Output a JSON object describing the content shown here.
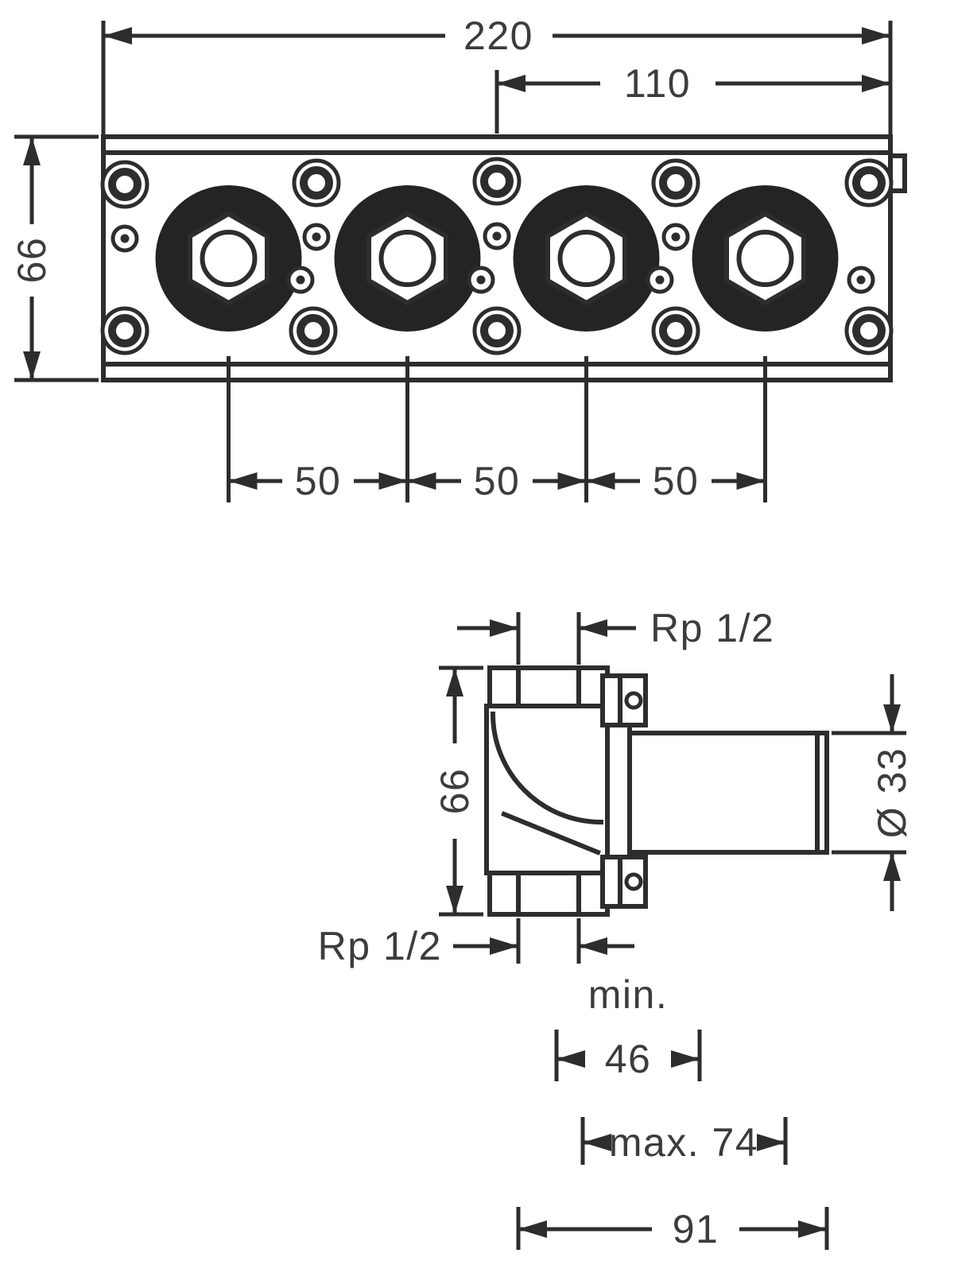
{
  "colors": {
    "ink": "#2d2d2d",
    "text": "#3c3c3c",
    "background": "#ffffff"
  },
  "front_view": {
    "dims": {
      "total_width": "220",
      "half_width": "110",
      "height": "66",
      "spacings": [
        "50",
        "50",
        "50"
      ]
    }
  },
  "side_view": {
    "dims": {
      "top_thread": "Rp 1/2",
      "height": "66",
      "spigot_diameter": "Ø 33",
      "bottom_thread": "Rp 1/2",
      "min_label": "min.",
      "min_value": "46",
      "max_depth": "max. 74",
      "total_depth": "91"
    }
  }
}
